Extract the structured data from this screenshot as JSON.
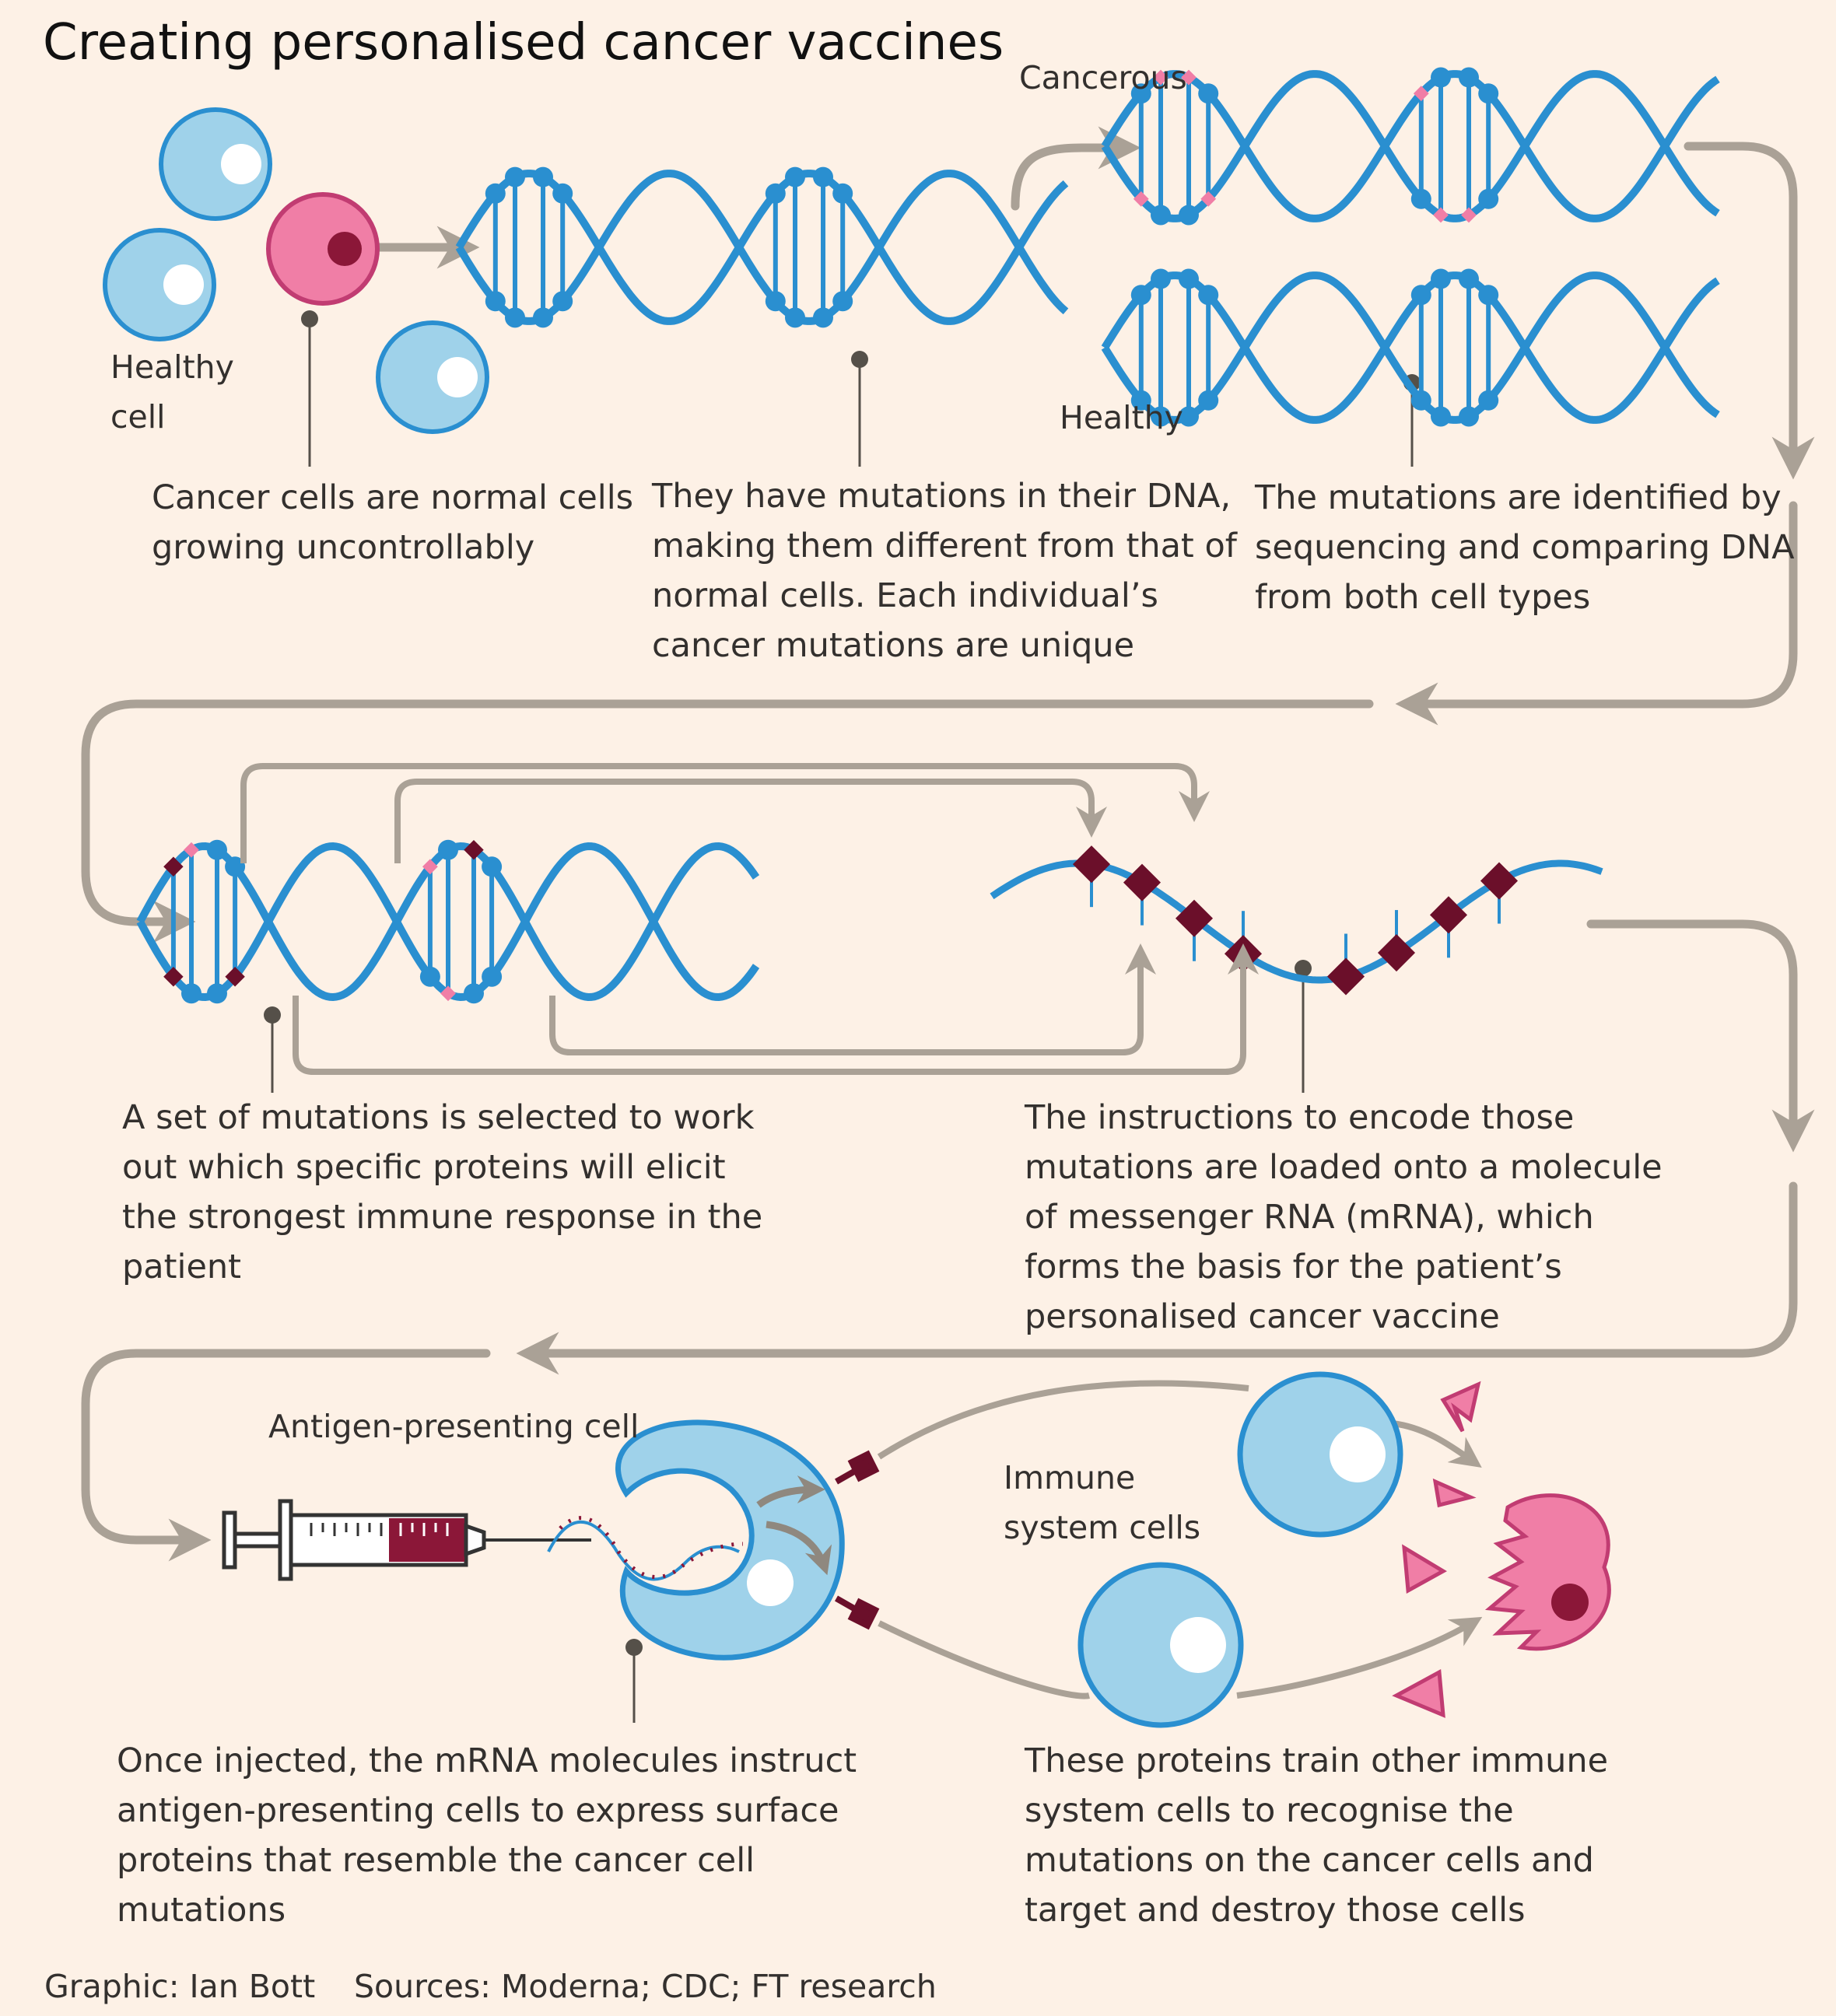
{
  "title": "Creating personalised cancer vaccines",
  "labels": {
    "healthy_cell": [
      "Healthy",
      "cell"
    ],
    "cancerous": "Cancerous",
    "healthy": "Healthy",
    "antigen_presenting_cell": "Antigen-presenting cell",
    "immune_system_cells": [
      "Immune",
      "system cells"
    ]
  },
  "captions": {
    "step1": [
      "Cancer cells are normal cells",
      "growing uncontrollably"
    ],
    "step2": [
      "They have mutations in their DNA,",
      "making them different from that of",
      "normal cells. Each individual’s",
      "cancer mutations are unique"
    ],
    "step3": [
      "The mutations are identified by",
      "sequencing and comparing DNA",
      "from both cell types"
    ],
    "step4": [
      "A set of mutations is selected to work",
      "out which specific proteins will elicit",
      "the strongest immune response in the",
      "patient"
    ],
    "step5": [
      "The instructions to encode those",
      "mutations are loaded onto a molecule",
      "of messenger RNA (mRNA), which",
      "forms the basis for the patient’s",
      "personalised cancer vaccine"
    ],
    "step6": [
      "Once injected, the mRNA molecules instruct",
      "antigen-presenting cells to express surface",
      "proteins that resemble the cancer cell",
      "mutations"
    ],
    "step7": [
      "These proteins train other immune",
      "system cells to recognise the",
      "mutations on the cancer cells and",
      "target and destroy those cells"
    ]
  },
  "footer": {
    "graphic": "Graphic: Ian Bott",
    "sources": "Sources: Moderna; CDC; FT research"
  },
  "colors": {
    "background": "#fdf1e6",
    "dna_blue": "#2a8fd0",
    "cell_blue": "#9fd2ea",
    "cancer_pink": "#f07ea6",
    "mutation_dark": "#6b0f2a",
    "arrow_grey": "#aaa196"
  }
}
